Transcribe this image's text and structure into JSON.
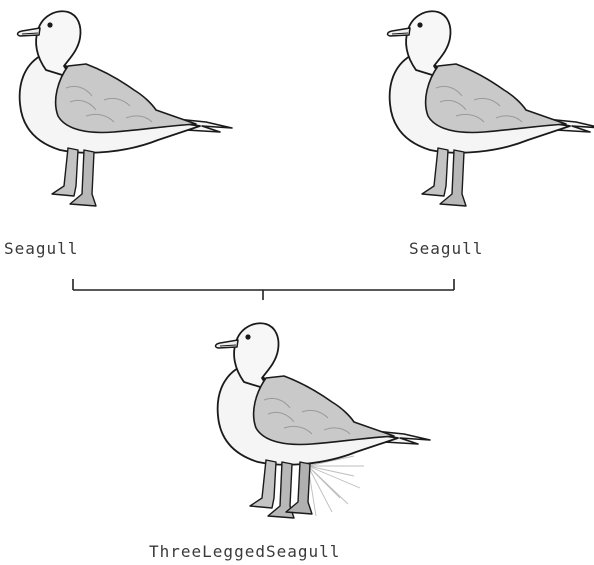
{
  "diagram": {
    "parent_left": {
      "label": "Seagull",
      "icon": "seagull"
    },
    "parent_right": {
      "label": "Seagull",
      "icon": "seagull"
    },
    "child": {
      "label": "ThreeLeggedSeagull",
      "icon": "three-legged-seagull"
    }
  },
  "colors": {
    "line": "#222222",
    "bird_outline": "#1a1a1a",
    "bird_body": "#f2f2f2",
    "wing_gray": "#c9c9c9",
    "legs": "#b5b5b5"
  }
}
